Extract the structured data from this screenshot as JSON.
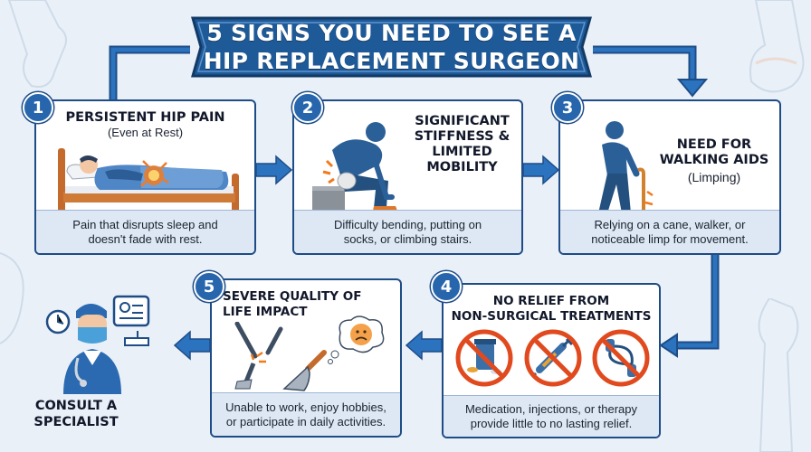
{
  "title": {
    "line1": "5 SIGNS YOU NEED TO SEE A",
    "line2": "HIP REPLACEMENT SURGEON"
  },
  "colors": {
    "primary": "#1e4c86",
    "accent": "#2766ac",
    "footer": "#dde8f4",
    "pain": "#f07a1e",
    "prohibit": "#e04a1e"
  },
  "steps": [
    {
      "number": "1",
      "title": "PERSISTENT HIP PAIN",
      "subtitle": "(Even at Rest)",
      "desc1": "Pain that disrupts sleep and",
      "desc2": "doesn't fade with rest.",
      "icon": "person-in-bed-hip-pain-icon"
    },
    {
      "number": "2",
      "title1": "SIGNIFICANT",
      "title2": "STIFFNESS &",
      "title3": "LIMITED",
      "title4": "MOBILITY",
      "desc1": "Difficulty bending, putting on",
      "desc2": "socks, or climbing stairs.",
      "icon": "person-bending-pain-icon"
    },
    {
      "number": "3",
      "title1": "NEED FOR",
      "title2": "WALKING AIDS",
      "subtitle": "(Limping)",
      "desc1": "Relying on a cane, walker, or",
      "desc2": "noticeable limp for movement.",
      "icon": "person-with-cane-icon"
    },
    {
      "number": "4",
      "title1": "NO RELIEF FROM",
      "title2": "NON-SURGICAL TREATMENTS",
      "desc1": "Medication, injections, or therapy",
      "desc2": "provide little to no lasting relief.",
      "icons": [
        "no-medication-icon",
        "no-injection-icon",
        "no-therapy-band-icon"
      ]
    },
    {
      "number": "5",
      "title1": "SEVERE QUALITY OF",
      "title2": "LIFE IMPACT",
      "desc1": "Unable to work, enjoy hobbies,",
      "desc2": "or participate in daily activities.",
      "icons": [
        "broken-golf-club-icon",
        "garden-trowel-icon",
        "sad-face-thought-icon"
      ]
    }
  ],
  "consult": {
    "line1": "CONSULT A",
    "line2": "SPECIALIST",
    "icon": "doctor-specialist-icon"
  }
}
